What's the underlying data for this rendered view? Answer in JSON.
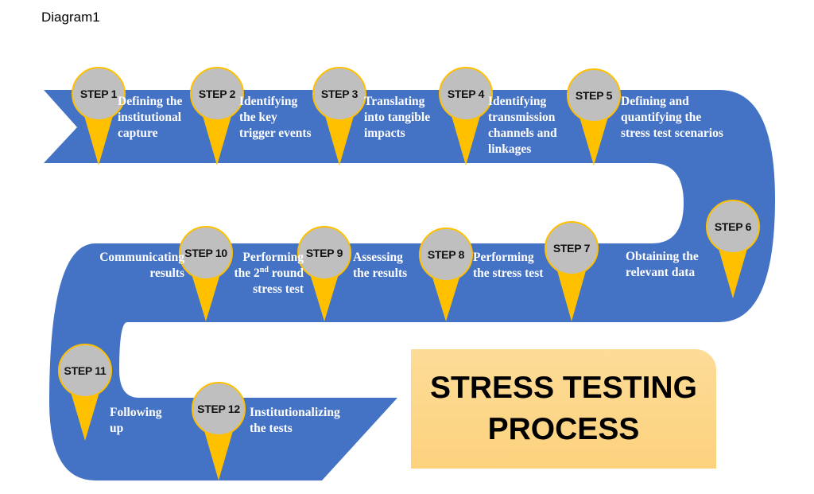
{
  "caption": "Diagram1",
  "colors": {
    "band": "#4472c4",
    "pin_cone": "#ffc000",
    "pin_head": "#bfbfbf",
    "label_text": "#ffffff",
    "title_box": "#fcd27d"
  },
  "title": {
    "line1": "STRESS TESTING",
    "line2": "PROCESS"
  },
  "steps": [
    {
      "step": "STEP 1",
      "label": [
        "Defining the",
        "institutional",
        "capture"
      ]
    },
    {
      "step": "STEP 2",
      "label": [
        "Identifying",
        "the key",
        "trigger events"
      ]
    },
    {
      "step": "STEP 3",
      "label": [
        "Translating",
        "into tangible",
        "impacts"
      ]
    },
    {
      "step": "STEP 4",
      "label": [
        "Identifying",
        "transmission",
        "channels and",
        "linkages"
      ]
    },
    {
      "step": "STEP 5",
      "label": [
        "Defining and",
        "quantifying the",
        "stress test scenarios"
      ]
    },
    {
      "step": "STEP 6",
      "label": [
        "Obtaining the",
        "relevant data"
      ]
    },
    {
      "step": "STEP 7",
      "label": [
        "Performing",
        "the stress test"
      ]
    },
    {
      "step": "STEP 8",
      "label": [
        "Assessing",
        "the results"
      ]
    },
    {
      "step": "STEP 9",
      "label": [
        "Performing",
        "the 2nd round",
        "stress test"
      ]
    },
    {
      "step": "STEP 10",
      "label": [
        "Communicating",
        "results"
      ]
    },
    {
      "step": "STEP 11",
      "label": [
        "Following",
        "up"
      ]
    },
    {
      "step": "STEP 12",
      "label": [
        "Institutionalizing",
        "the tests"
      ]
    }
  ]
}
